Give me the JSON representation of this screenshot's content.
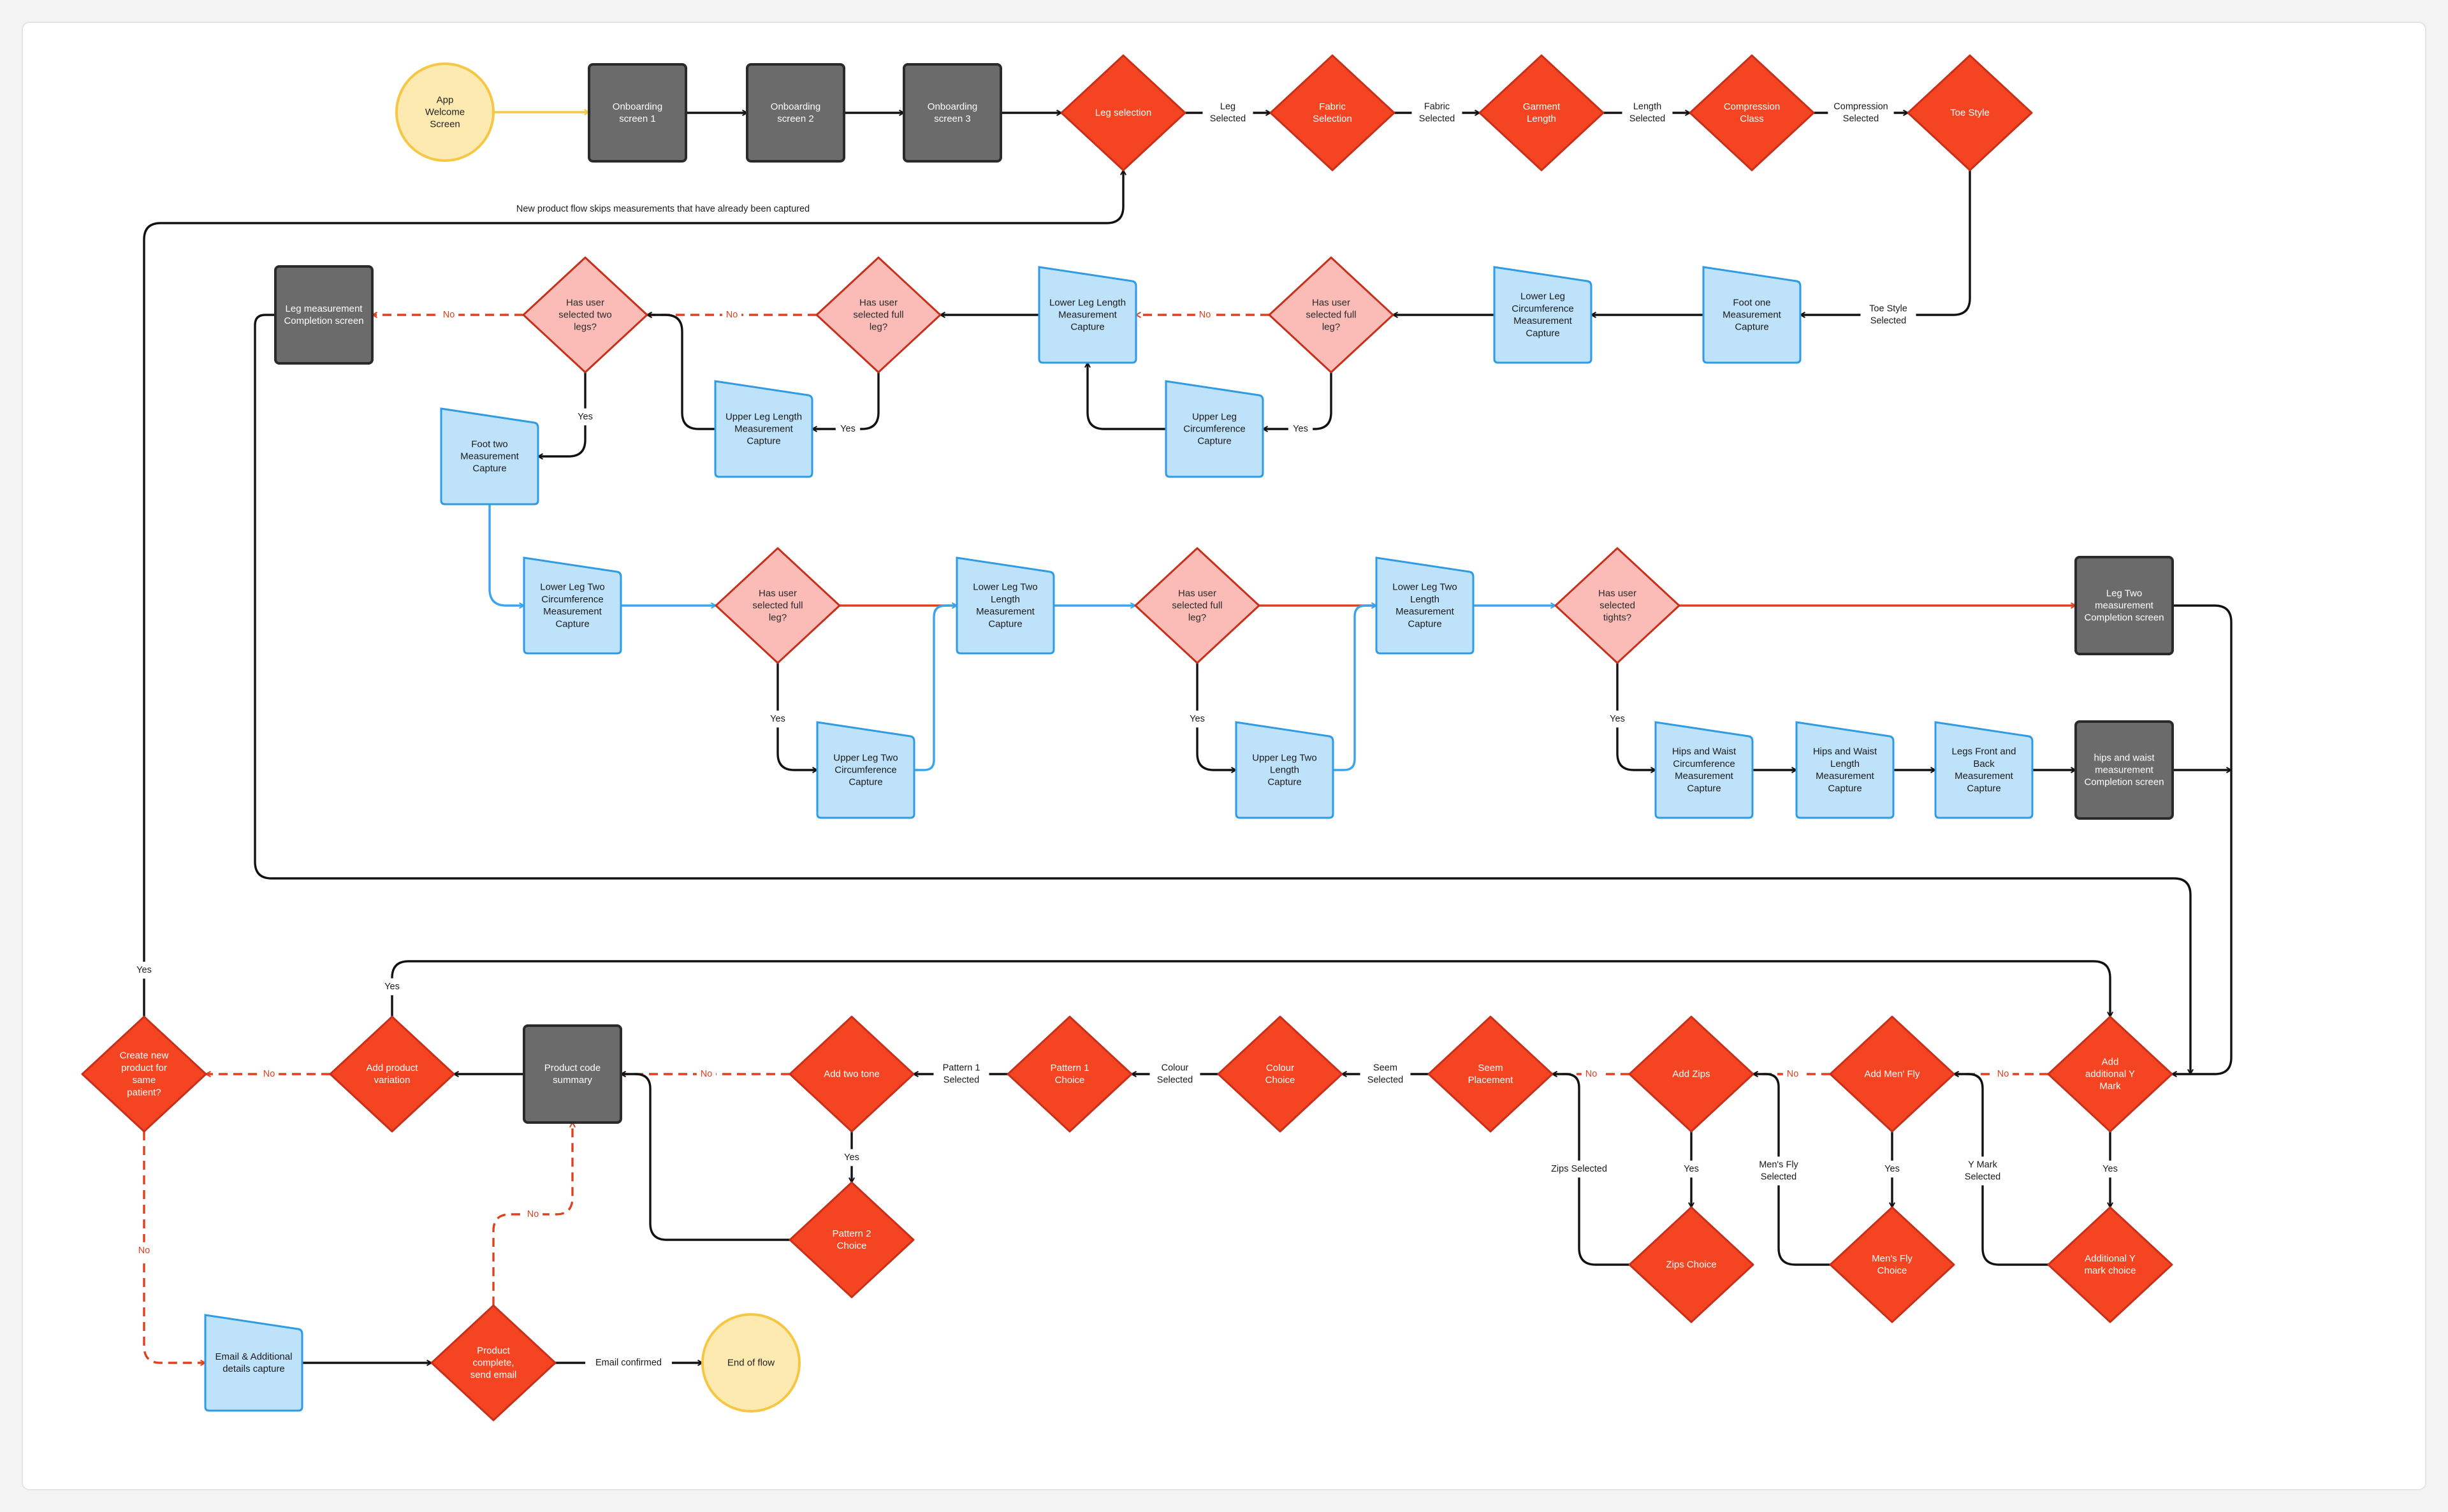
{
  "colors": {
    "decision_red": "#f44421",
    "decision_light": "#fbbcb8",
    "measure_blue": "#bfe2fb",
    "measure_stroke": "#2f9be4",
    "screen_gray": "#6b6b6b",
    "terminal_yellow": "#fdeab0",
    "terminal_stroke": "#f6c744",
    "line_black": "#111111",
    "line_red": "#e0401f",
    "line_blue": "#3aa5ec",
    "line_yellow": "#f6c744"
  },
  "nodes": [
    {
      "id": "app_welcome",
      "type": "terminal",
      "label": "App\nWelcome\nScreen"
    },
    {
      "id": "onb1",
      "type": "screen",
      "label": "Onboarding\nscreen 1"
    },
    {
      "id": "onb2",
      "type": "screen",
      "label": "Onboarding\nscreen 2"
    },
    {
      "id": "onb3",
      "type": "screen",
      "label": "Onboarding\nscreen 3"
    },
    {
      "id": "leg_sel",
      "type": "decision",
      "label": "Leg selection"
    },
    {
      "id": "fabric_sel",
      "type": "decision",
      "label": "Fabric\nSelection"
    },
    {
      "id": "garment_len",
      "type": "decision",
      "label": "Garment\nLength"
    },
    {
      "id": "compression",
      "type": "decision",
      "label": "Compression\nClass"
    },
    {
      "id": "toe_style",
      "type": "decision",
      "label": "Toe Style"
    },
    {
      "id": "foot_one",
      "type": "measure",
      "label": "Foot one\nMeasurement\nCapture"
    },
    {
      "id": "lower_leg_circ",
      "type": "measure",
      "label": "Lower Leg\nCircumference\nMeasurement\nCapture"
    },
    {
      "id": "full_leg_q1",
      "type": "decision_light",
      "label": "Has user\nselected full\nleg?"
    },
    {
      "id": "upper_leg_circ",
      "type": "measure",
      "label": "Upper Leg\nCircumference\nCapture"
    },
    {
      "id": "lower_leg_len",
      "type": "measure",
      "label": "Lower Leg Length\nMeasurement\nCapture"
    },
    {
      "id": "full_leg_q2",
      "type": "decision_light",
      "label": "Has user\nselected full\nleg?"
    },
    {
      "id": "upper_leg_len",
      "type": "measure",
      "label": "Upper Leg Length\nMeasurement\nCapture"
    },
    {
      "id": "two_legs_q",
      "type": "decision_light",
      "label": "Has user\nselected two\nlegs?"
    },
    {
      "id": "leg_complete",
      "type": "screen",
      "label": "Leg measurement\nCompletion screen"
    },
    {
      "id": "foot_two",
      "type": "measure",
      "label": "Foot two\nMeasurement\nCapture"
    },
    {
      "id": "lower_leg_two_circ",
      "type": "measure",
      "label": "Lower Leg Two\nCircumference\nMeasurement\nCapture"
    },
    {
      "id": "full_leg_q3",
      "type": "decision_light",
      "label": "Has user\nselected full\nleg?"
    },
    {
      "id": "upper_leg_two_circ",
      "type": "measure",
      "label": "Upper Leg Two\nCircumference\nCapture"
    },
    {
      "id": "lower_leg_two_len",
      "type": "measure",
      "label": "Lower Leg Two\nLength\nMeasurement\nCapture"
    },
    {
      "id": "full_leg_q4",
      "type": "decision_light",
      "label": "Has user\nselected full\nleg?"
    },
    {
      "id": "upper_leg_two_len",
      "type": "measure",
      "label": "Upper Leg Two\nLength\nCapture"
    },
    {
      "id": "lower_leg_two_len2",
      "type": "measure",
      "label": "Lower Leg Two\nLength\nMeasurement\nCapture"
    },
    {
      "id": "tights_q",
      "type": "decision_light",
      "label": "Has user\nselected\ntights?"
    },
    {
      "id": "leg_two_complete",
      "type": "screen",
      "label": "Leg Two\nmeasurement\nCompletion screen"
    },
    {
      "id": "hips_circ",
      "type": "measure",
      "label": "Hips and Waist\nCircumference\nMeasurement\nCapture"
    },
    {
      "id": "hips_len",
      "type": "measure",
      "label": "Hips and Waist\nLength\nMeasurement\nCapture"
    },
    {
      "id": "legs_fb",
      "type": "measure",
      "label": "Legs Front and\nBack\nMeasurement\nCapture"
    },
    {
      "id": "hips_complete",
      "type": "screen",
      "label": "hips and waist\nmeasurement\nCompletion screen"
    },
    {
      "id": "add_y",
      "type": "decision",
      "label": "Add\nadditional Y\nMark"
    },
    {
      "id": "add_y_choice",
      "type": "decision",
      "label": "Additional Y\nmark choice"
    },
    {
      "id": "add_fly",
      "type": "decision",
      "label": "Add Men' Fly"
    },
    {
      "id": "fly_choice",
      "type": "decision",
      "label": "Men's Fly\nChoice"
    },
    {
      "id": "add_zips",
      "type": "decision",
      "label": "Add Zips"
    },
    {
      "id": "zips_choice",
      "type": "decision",
      "label": "Zips Choice"
    },
    {
      "id": "seem_place",
      "type": "decision",
      "label": "Seem\nPlacement"
    },
    {
      "id": "colour_choice",
      "type": "decision",
      "label": "Colour\nChoice"
    },
    {
      "id": "pattern1",
      "type": "decision",
      "label": "Pattern 1\nChoice"
    },
    {
      "id": "two_tone",
      "type": "decision",
      "label": "Add two tone"
    },
    {
      "id": "pattern2",
      "type": "decision",
      "label": "Pattern 2\nChoice"
    },
    {
      "id": "product_summary",
      "type": "screen",
      "label": "Product code\nsummary"
    },
    {
      "id": "add_variation",
      "type": "decision",
      "label": "Add product\nvariation"
    },
    {
      "id": "new_product",
      "type": "decision",
      "label": "Create new\nproduct for\nsame\npatient?"
    },
    {
      "id": "email_capture",
      "type": "measure",
      "label": "Email & Additional\ndetails capture"
    },
    {
      "id": "product_complete",
      "type": "decision",
      "label": "Product\ncomplete,\nsend email"
    },
    {
      "id": "end_flow",
      "type": "terminal",
      "label": "End of flow"
    }
  ],
  "edge_labels": [
    {
      "id": "lbl_leg_selected",
      "label": "Leg\nSelected"
    },
    {
      "id": "lbl_fabric_selected",
      "label": "Fabric\nSelected"
    },
    {
      "id": "lbl_length_selected",
      "label": "Length\nSelected"
    },
    {
      "id": "lbl_compression_selected",
      "label": "Compression\nSelected"
    },
    {
      "id": "lbl_toe_selected",
      "label": "Toe Style\nSelected"
    },
    {
      "id": "lbl_skip_note",
      "label": "New product flow skips measurements that have already been captured"
    },
    {
      "id": "lbl_no_q1",
      "label": "No"
    },
    {
      "id": "lbl_yes_q1",
      "label": "Yes"
    },
    {
      "id": "lbl_no_q2",
      "label": "No"
    },
    {
      "id": "lbl_yes_q2",
      "label": "Yes"
    },
    {
      "id": "lbl_no_two_legs",
      "label": "No"
    },
    {
      "id": "lbl_yes_two_legs",
      "label": "Yes"
    },
    {
      "id": "lbl_yes_q3",
      "label": "Yes"
    },
    {
      "id": "lbl_yes_q4",
      "label": "Yes"
    },
    {
      "id": "lbl_yes_tights",
      "label": "Yes"
    },
    {
      "id": "lbl_no_y",
      "label": "No"
    },
    {
      "id": "lbl_yes_y",
      "label": "Yes"
    },
    {
      "id": "lbl_y_selected",
      "label": "Y Mark\nSelected"
    },
    {
      "id": "lbl_no_fly",
      "label": "No"
    },
    {
      "id": "lbl_yes_fly",
      "label": "Yes"
    },
    {
      "id": "lbl_fly_selected",
      "label": "Men's Fly\nSelected"
    },
    {
      "id": "lbl_no_zips",
      "label": "No"
    },
    {
      "id": "lbl_yes_zips",
      "label": "Yes"
    },
    {
      "id": "lbl_zips_selected",
      "label": "Zips Selected"
    },
    {
      "id": "lbl_seem_selected",
      "label": "Seem\nSelected"
    },
    {
      "id": "lbl_colour_selected",
      "label": "Colour\nSelected"
    },
    {
      "id": "lbl_pattern1_selected",
      "label": "Pattern 1\nSelected"
    },
    {
      "id": "lbl_no_two_tone",
      "label": "No"
    },
    {
      "id": "lbl_yes_two_tone",
      "label": "Yes"
    },
    {
      "id": "lbl_yes_variation",
      "label": "Yes"
    },
    {
      "id": "lbl_no_variation",
      "label": "No"
    },
    {
      "id": "lbl_yes_new",
      "label": "Yes"
    },
    {
      "id": "lbl_no_new",
      "label": "No"
    },
    {
      "id": "lbl_no_complete",
      "label": "No"
    },
    {
      "id": "lbl_email_confirmed",
      "label": "Email confirmed"
    }
  ]
}
